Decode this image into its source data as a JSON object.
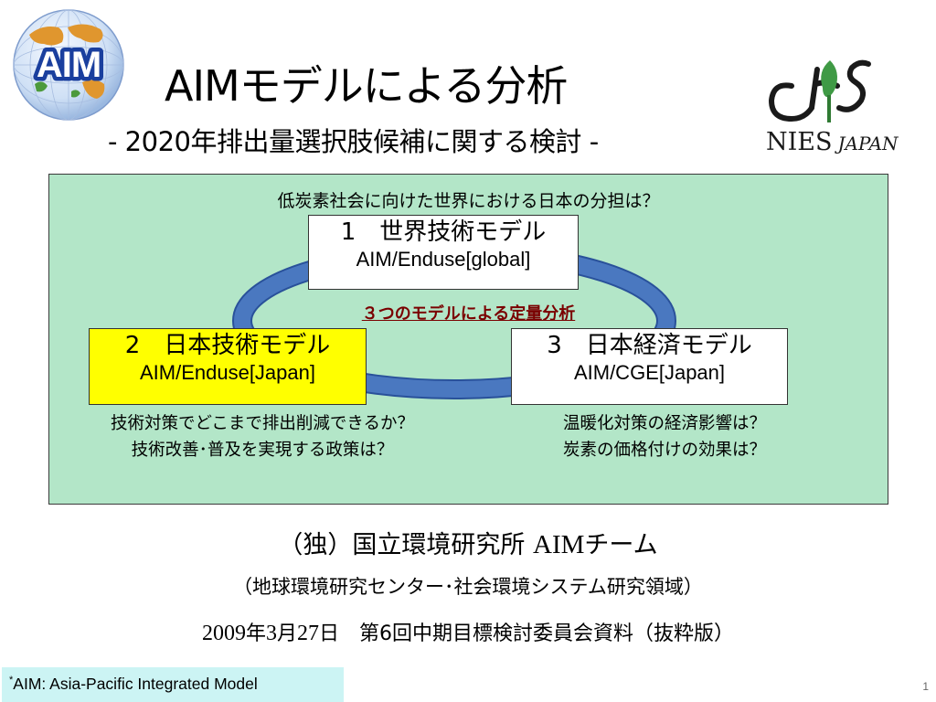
{
  "header": {
    "aim_logo_text": "AIM",
    "title": "AIMモデルによる分析",
    "subtitle": "- 2020年排出量選択肢候補に関する検討 -",
    "nies_logo_text": "NIES",
    "nies_logo_subtext": "JAPAN"
  },
  "panel": {
    "question": "低炭素社会に向けた世界における日本の分担は？",
    "center_label": "３つのモデルによる定量分析",
    "models": [
      {
        "name": "1　世界技術モデル",
        "sub": "AIM/Enduse[global]"
      },
      {
        "name": "2　日本技術モデル",
        "sub": "AIM/Enduse[Japan]"
      },
      {
        "name": "3　日本経済モデル",
        "sub": "AIM/CGE[Japan]"
      }
    ],
    "notes_left": [
      "技術対策でどこまで排出削減できるか？",
      "技術改善･普及を実現する政策は？"
    ],
    "notes_right": [
      "温暖化対策の経済影響は？",
      "炭素の価格付けの効果は？"
    ]
  },
  "footer": {
    "org_prefix": "（独）国立環境研究所 ",
    "org_team_en": "AIM",
    "org_team_jp": "チーム",
    "dept": "（地球環境研究センター･社会環境システム研究領域）",
    "date_year": "2009",
    "date_k1": "年",
    "date_month": "3",
    "date_k2": "月",
    "date_day": "27",
    "date_rest": "日　第6回中期目標検討委員会資料（抜粋版）",
    "footnote_mark": "*",
    "footnote_text": "AIM: Asia-Pacific Integrated Model",
    "slide_number": "1"
  },
  "colors": {
    "panel_bg": "#b3e6c8",
    "ring": "#4a78c0",
    "highlight_box": "#ffff00",
    "center_label": "#7a0000",
    "footnote_bg": "#ccf4f4"
  }
}
